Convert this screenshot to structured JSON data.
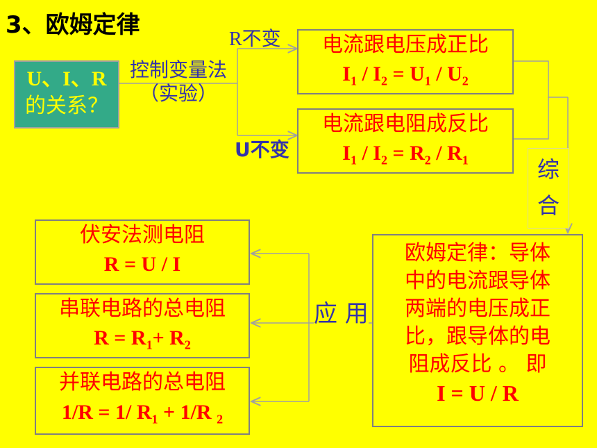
{
  "title": "3、欧姆定律",
  "start_box": {
    "line1": "U、I、R",
    "line2": "的关系？"
  },
  "method": {
    "line1": "控制变量法",
    "line2": "（实验）"
  },
  "branch_top_label": "R不变",
  "branch_bottom_label": "U不变",
  "box_direct": {
    "line1": "电流跟电压成正比",
    "f_a": "I",
    "f_b": "1",
    "f_c": " / I",
    "f_d": "2",
    "f_e": " = U",
    "f_f": "1",
    "f_g": " / U",
    "f_h": "2"
  },
  "box_inverse": {
    "line1": "电流跟电阻成反比",
    "f_a": "I",
    "f_b": "1",
    "f_c": " / I",
    "f_d": "2",
    "f_e": " = R",
    "f_f": "2",
    "f_g": " / R",
    "f_h": "1"
  },
  "combine": {
    "c1": "综",
    "c2": "合"
  },
  "ohm_law": {
    "l1": "欧姆定律：导体",
    "l2": "中的电流跟导体",
    "l3": "两端的电压成正",
    "l4": "比，跟导体的电",
    "l5": "阻成反比 。 即",
    "l6": "I = U / R"
  },
  "apply_label": "应 用",
  "app1": {
    "line1": "伏安法测电阻",
    "line2": "R = U / I"
  },
  "app2": {
    "line1": "串联电路的总电阻",
    "f_a": "R = R",
    "f_b": "1",
    "f_c": "+ R",
    "f_d": "2"
  },
  "app3": {
    "line1": "并联电路的总电阻",
    "f_a": "1/R = 1/ R",
    "f_b": "1",
    "f_c": " + 1/R ",
    "f_d": "2"
  },
  "colors": {
    "background": "#ffff00",
    "text_red": "#ff0000",
    "text_blue": "#3333aa",
    "start_box_fill": "#33aa88",
    "border": "#808080"
  }
}
